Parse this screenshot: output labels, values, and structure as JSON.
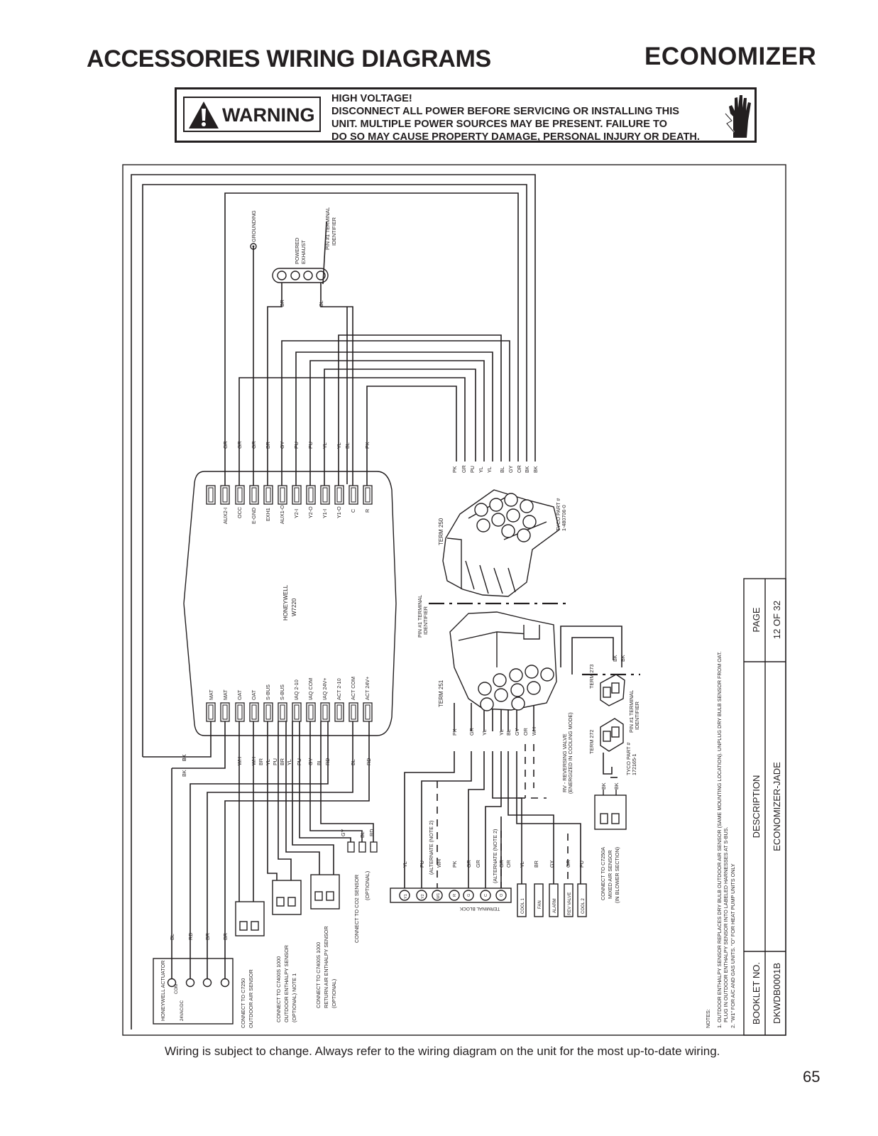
{
  "header": {
    "title": "ACCESSORIES WIRING DIAGRAMS",
    "section": "ECONOMIZER"
  },
  "warning": {
    "label": "WARNING",
    "lines": [
      "HIGH VOLTAGE!",
      "DISCONNECT ALL POWER BEFORE SERVICING OR INSTALLING THIS",
      "UNIT.  MULTIPLE POWER SOURCES MAY BE PRESENT.  FAILURE TO",
      "DO SO MAY CAUSE PROPERTY DAMAGE, PERSONAL INJURY OR DEATH."
    ]
  },
  "diagram": {
    "controller": {
      "brand": "HONEYWELL",
      "model": "W7220"
    },
    "top_terminals": [
      {
        "label": "AUX2-I",
        "wire": "OR"
      },
      {
        "label": "OCC",
        "wire": "GR"
      },
      {
        "label": "E-GND",
        "wire": "GR"
      },
      {
        "label": "EXH1",
        "wire": "BR"
      },
      {
        "label": "AUX1-O",
        "wire": "GY"
      },
      {
        "label": "Y2-I",
        "wire": "PU"
      },
      {
        "label": "Y2-O",
        "wire": "PU"
      },
      {
        "label": "Y1-I",
        "wire": "YL"
      },
      {
        "label": "Y1-O",
        "wire": "YL"
      },
      {
        "label": "C",
        "wire": "BL"
      },
      {
        "label": "R",
        "wire": "PK"
      }
    ],
    "bottom_terminals": [
      {
        "label": "MAT",
        "wire": "BK"
      },
      {
        "label": "MAT",
        "wire": "BK"
      },
      {
        "label": "OAT",
        "wire": "WH"
      },
      {
        "label": "OAT",
        "wire": "WH"
      },
      {
        "label": "S-BUS",
        "wire": "YL"
      },
      {
        "label": "S-BUS",
        "wire": "BR"
      },
      {
        "label": "IAQ 2-10",
        "wire": "PU"
      },
      {
        "label": "IAQ COM",
        "wire": "BR"
      },
      {
        "label": "IAQ 24V+",
        "wire": "GY"
      },
      {
        "label": "ACT 2-10",
        "wire": "YL"
      },
      {
        "label": "ACT COM",
        "wire": "BL"
      },
      {
        "label": "ACT 24V+",
        "wire": "RD"
      }
    ],
    "grounding": "GROUNDING",
    "powered_exhaust": [
      "POWERED",
      "EXHAUST"
    ],
    "exhaust_wires": [
      "BR",
      "BL"
    ],
    "pin1_top": [
      "PIN #1 TERMINAL",
      "IDENTIFIER"
    ],
    "plug250_wires": [
      "PK",
      "GR",
      "PU",
      "YL",
      "YL",
      "BL",
      "GY",
      "OR",
      "BK",
      "BK"
    ],
    "tyco_top": [
      "TYCO PART #",
      "1-480706-0"
    ],
    "term250": "TERM 250",
    "term251": "TERM 251",
    "pin1_mid": [
      "PIN #1 TERMINAL",
      "IDENTIFIER"
    ],
    "plug251_wires": [
      "PK",
      "GR",
      "YL",
      "YL",
      "BL",
      "GY",
      "OR",
      "WH"
    ],
    "term273": "TERM 273",
    "term272": "TERM 272",
    "bk_pair": [
      "BK",
      "BK"
    ],
    "pin1_right": [
      "PIN #1 TERMINAL",
      "IDENTIFIER"
    ],
    "tyco_right": [
      "TYCO PART #",
      "172165-1"
    ],
    "rv_note": [
      "RV - REVERSING VALVE",
      "(ENERGIZED IN COOLING MODE)"
    ],
    "c7250a": [
      "CONNECT TO C7250A",
      "MIXED AIR SENSOR",
      "(IN BLOWER SECTION)"
    ],
    "tb_wires": [
      "YL",
      "PU",
      "WH",
      "PK",
      "GR",
      "GR",
      "OR",
      "OR",
      "YL",
      "BR",
      "GY",
      "OR",
      "PU"
    ],
    "alt_note": "(ALTERNATE (NOTE 2)",
    "alt_note2": "(ALTERNATE (NOTE 2)",
    "terminal_block_label": "TERMINAL  BLOCK",
    "terminal_block": [
      "Y1",
      "Y2",
      "W1",
      "R",
      "G",
      "C",
      "O"
    ],
    "signals": [
      "COOL 1",
      "FAN",
      "ALARM",
      "REV VALVE",
      "COOL 2"
    ],
    "co2_wires": [
      "GY",
      "BL",
      "RD"
    ],
    "co2_text": [
      "CONNECT TO CO2 SENSOR",
      "(OPTIONAL)"
    ],
    "c7400_return": [
      "CONNECT TO C7400S 1000",
      "RETURN AIR ENTHALPY SENSOR",
      "(OPTIONAL)"
    ],
    "c7400_outdoor": [
      "CONNECT TO C7400S 1000",
      "OUTDOOR ENTHALPY SENSOR",
      "(OPTIONAL)  NOTE 1"
    ],
    "c7250_text": [
      "CONNECT TO C7250",
      "OUTDOOR AIR SENSOR"
    ],
    "actuator_wires": [
      "BL",
      "RD",
      "BR",
      "BR"
    ],
    "actuator": {
      "name": "HONEYWELL ACTUATOR",
      "sub": "24VAC/DC",
      "com": "COM"
    },
    "left_bk": [
      "BK",
      "BK"
    ],
    "notes": [
      "NOTES:",
      "1. OUTDOOR ENTHALPY SENSOR REPLACES DRY BULB OUTDOOR AIR SENSOR (SAME MOUNTING LOCATION). UNPLUG DRY BULB SENSOR FROM OAT.",
      "PLUG IN OUTDOOR ENTHALPY SENSOR INTO LABELED HARNESSES AT S-BUS.",
      "2. \"W1\" FOR A/C AND GAS UNITS.  \"O\" FOR HEAT PUMP UNITS ONLY"
    ],
    "title_block": {
      "booklet_label": "BOOKLET NO.",
      "booklet": "DKWDB0001B",
      "desc_label": "DESCRIPTION",
      "desc": "ECONOMIZER-JADE",
      "page_label": "PAGE",
      "page": "12 OF 32"
    }
  },
  "footer": {
    "note": "Wiring is subject to change. Always refer to the wiring diagram on the unit for the most up-to-date wiring.",
    "page_number": "65"
  }
}
